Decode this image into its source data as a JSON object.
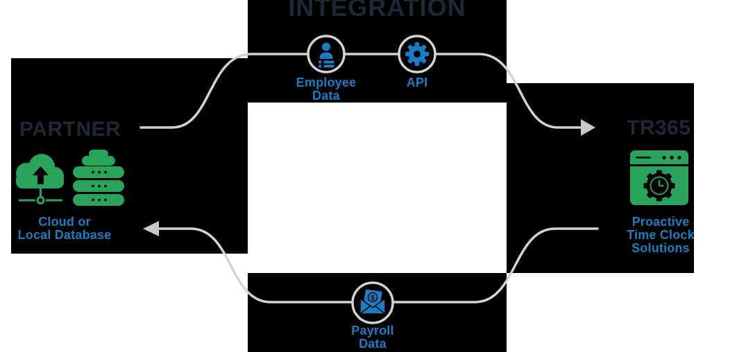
{
  "title": "INTEGRATION",
  "partner": {
    "title": "PARTNER",
    "caption_lines": [
      "Cloud or",
      "Local Database"
    ],
    "icons": [
      "cloud-upload-icon",
      "database-icon"
    ]
  },
  "tr365": {
    "title": "TR365",
    "caption_lines": [
      "Proactive",
      "Time Clock",
      "Solutions"
    ],
    "icons": [
      "time-clock-app-icon"
    ]
  },
  "flow_nodes": {
    "employee_data": {
      "label_lines": [
        "Employee",
        "Data"
      ],
      "icon": "employee-profile-icon"
    },
    "api": {
      "label_lines": [
        "API"
      ],
      "icon": "gear-icon"
    },
    "payroll_data": {
      "label_lines": [
        "Payroll",
        "Data"
      ],
      "icon": "payroll-envelope-icon",
      "badge": "$"
    }
  },
  "flows": [
    {
      "from": "PARTNER",
      "to": "TR365",
      "via": [
        "Employee Data",
        "API"
      ],
      "arrow_direction": "right"
    },
    {
      "from": "TR365",
      "to": "PARTNER",
      "via": [
        "Payroll Data"
      ],
      "arrow_direction": "left"
    }
  ],
  "colors": {
    "navy_text": "#1d2937",
    "blue_accent": "#1b7ec5",
    "green_accent": "#28a45c",
    "line_gray": "#d3d3d5",
    "arrow_gray": "#c9c9cb",
    "panel_white": "#ffffff",
    "background": "#000000"
  }
}
